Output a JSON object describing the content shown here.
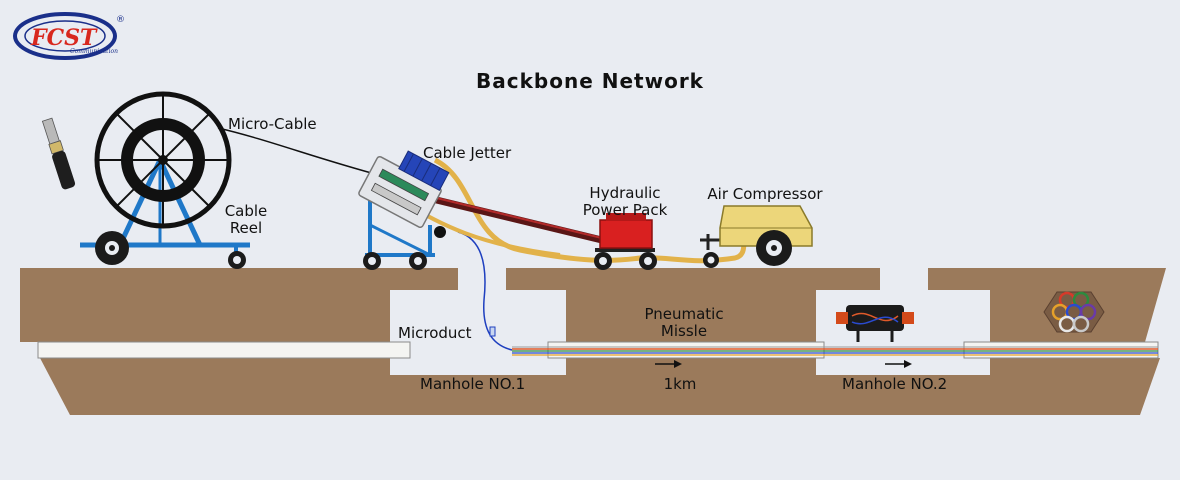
{
  "title": "Backbone Network",
  "logo": {
    "brand": "FCST",
    "subtitle": "Communication",
    "registered": "®"
  },
  "labels": {
    "micro_cable": "Micro-Cable",
    "cable_jetter": "Cable Jetter",
    "cable_reel_1": "Cable",
    "cable_reel_2": "Reel",
    "hydraulic_1": "Hydraulic",
    "hydraulic_2": "Power Pack",
    "air_compressor": "Air Compressor",
    "pneumatic_1": "Pneumatic",
    "pneumatic_2": "Missle",
    "microduct": "Microduct",
    "manhole_1": "Manhole NO.1",
    "distance": "1km",
    "manhole_2": "Manhole NO.2"
  },
  "colors": {
    "background": "#e9ecf2",
    "ground": "#9b7a5b",
    "hose": "#e2b24a",
    "reel_frame": "#1f78c8",
    "hydraulic": "#d92020",
    "compressor": "#ecd67a",
    "microduct": "#1e3fbf",
    "logo_red": "#d8281e",
    "logo_blue": "#1a2f8a"
  }
}
